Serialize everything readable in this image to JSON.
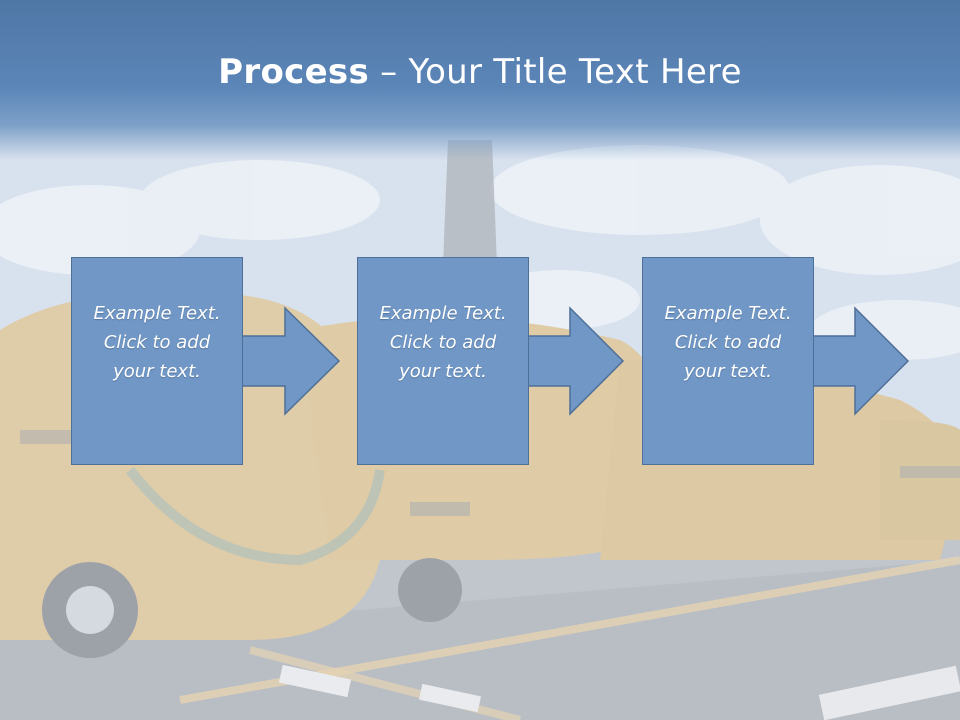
{
  "slide": {
    "title_bold": "Process",
    "title_rest": " – Your Title Text Here"
  },
  "steps": [
    {
      "text": "Example Text. Click  to add your text."
    },
    {
      "text": "Example Text. Click  to add your text."
    },
    {
      "text": "Example Text. Click  to add your text."
    }
  ],
  "colors": {
    "title_band": "#5c86b8",
    "box_fill": "#7097c5",
    "box_border": "#4e6f98"
  }
}
